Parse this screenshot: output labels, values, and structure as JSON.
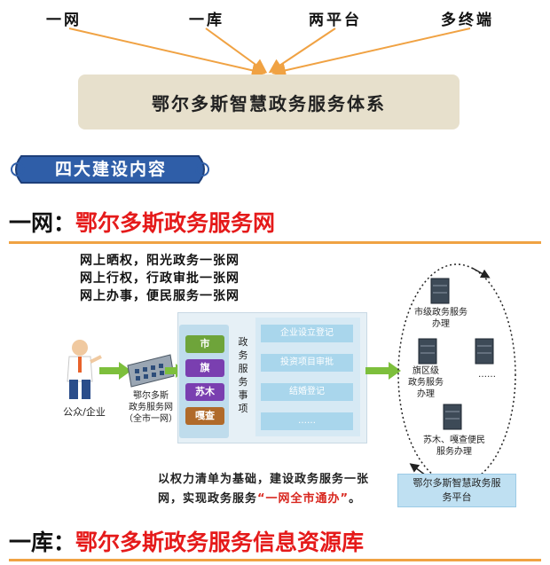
{
  "top_row": [
    "一网",
    "一库",
    "两平台",
    "多终端"
  ],
  "system_title": "鄂尔多斯智慧政务服务体系",
  "banner_title": "四大建设内容",
  "section1": {
    "prefix": "一网：",
    "title": "鄂尔多斯政务服务网"
  },
  "slogans": [
    "网上晒权，阳光政务一张网",
    "网上行权，行政审批一张网",
    "网上办事，便民服务一张网"
  ],
  "public_label": "公众/企业",
  "network_label": [
    "鄂尔多斯",
    "政务服务网",
    "（全市一网）"
  ],
  "levels": [
    "市",
    "旗",
    "苏木",
    "嘎查"
  ],
  "affairs_label": "政务服务事项",
  "affair_items": [
    "企业设立登记",
    "投资项目审批",
    "结婚登记",
    "……"
  ],
  "city_label": [
    "市级政务服务",
    "办理"
  ],
  "banner_label": [
    "旗区级",
    "政务服务",
    "办理"
  ],
  "dots": "……",
  "sumu_label": [
    "苏木、嘎查便民",
    "服务办理"
  ],
  "platform_label": [
    "鄂尔多斯智慧政务服",
    "务平台"
  ],
  "note": {
    "line1": "以权力清单为基础，建设政务服务一张",
    "line2_pre": "网，实现政务服务",
    "line2_hl": "“一网全市通办”",
    "line2_post": "。"
  },
  "section2": {
    "prefix": "一库：",
    "title": "鄂尔多斯政务服务信息资源库"
  },
  "colors": {
    "accent_red": "#e51a1a",
    "rule_orange": "#f0a243",
    "level_purple": "#7a3fb0",
    "level_brown": "#b06a2a",
    "item_blue": "#a9d6ec"
  }
}
